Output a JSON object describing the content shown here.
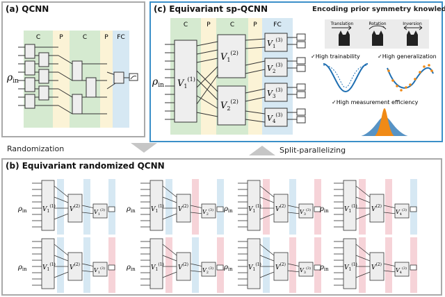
{
  "panel_a": {
    "title": "(a) QCNN",
    "rho": "ρ",
    "rho_sub": "in",
    "cols": [
      "C",
      "P",
      "C",
      "P",
      "FC"
    ]
  },
  "panel_b": {
    "title": "(b) Equivariant randomized QCNN",
    "rho": "ρ",
    "rho_sub": "in",
    "v1": "V",
    "v1_sup": "(1)",
    "v1_sub": "1",
    "v2": "V",
    "v2_sup": "(2)",
    "v3": "V",
    "v3_sup": "(3)",
    "fc_subs": [
      "1",
      "2",
      "3",
      "4"
    ]
  },
  "panel_c": {
    "title": "(c) Equivariant sp-QCNN",
    "cols": [
      "C",
      "P",
      "C",
      "P",
      "FC"
    ],
    "rho": "ρ",
    "rho_sub": "in",
    "v1": "V",
    "v1_sup": "(1)",
    "v1_sub": "1",
    "v2a_sub": "1",
    "v2b_sub": "2",
    "v2_sup": "(2)",
    "v3_sup": "(3)",
    "v3_subs": [
      "1",
      "2",
      "3",
      "4"
    ]
  },
  "prior": {
    "title": "Encoding prior symmetry knowledge",
    "symmetries": [
      "Translation",
      "Rotation",
      "Inversion"
    ],
    "benefits": [
      "✓High trainability",
      "✓High generalization",
      "✓High measurement efficiency"
    ]
  },
  "arrows": {
    "left": "Randomization",
    "right": "Split-parallelizing"
  },
  "colors": {
    "conv": "#d5ead0",
    "pool": "#fbf3d6",
    "fc": "#d6e8f3",
    "pink": "#f6d3d8",
    "blue_border": "#3a8fc8",
    "orange": "#f08a16",
    "curve_blue": "#1f6fb2"
  }
}
